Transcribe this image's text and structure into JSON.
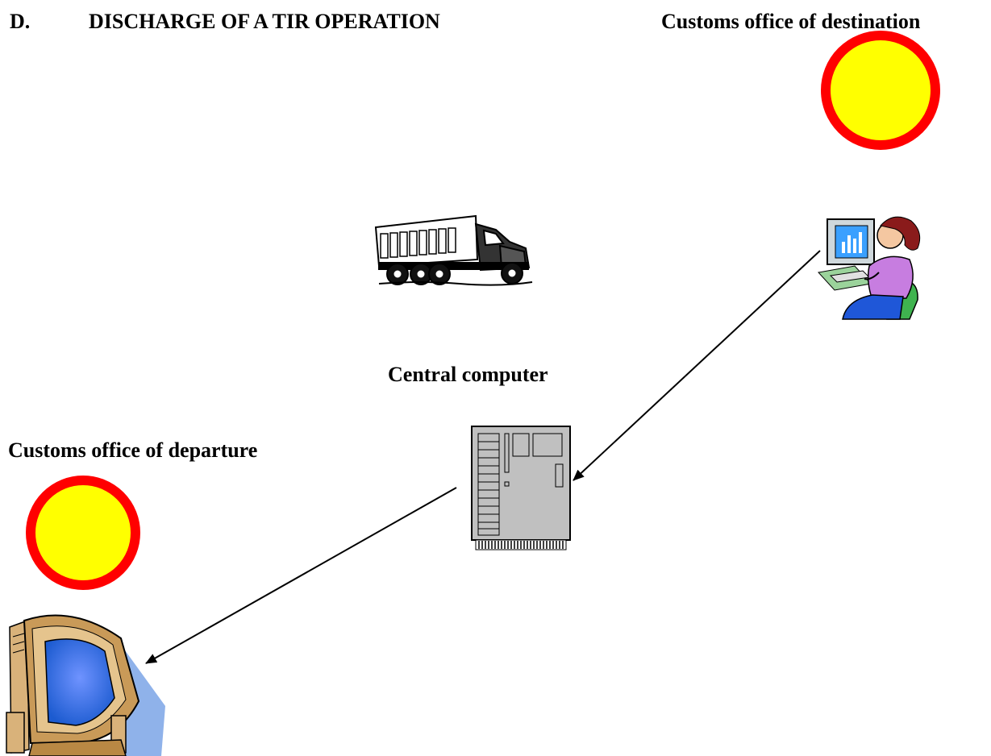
{
  "heading": {
    "letter": "D.",
    "title": "DISCHARGE OF A TIR OPERATION"
  },
  "labels": {
    "destination": "Customs office of destination",
    "central": "Central computer",
    "departure": "Customs office of departure"
  },
  "colors": {
    "office_ring": "#ff0000",
    "office_fill": "#ffff00",
    "server_body": "#c0c0c0",
    "pc_screen": "#3b6fd8",
    "pc_case": "#d7b37a"
  },
  "icons": {
    "destination_office": "office-circle-icon",
    "departure_office": "office-circle-icon",
    "truck": "truck-icon",
    "operator": "woman-at-computer-icon",
    "server": "server-icon",
    "departure_pc": "desktop-computer-icon"
  }
}
